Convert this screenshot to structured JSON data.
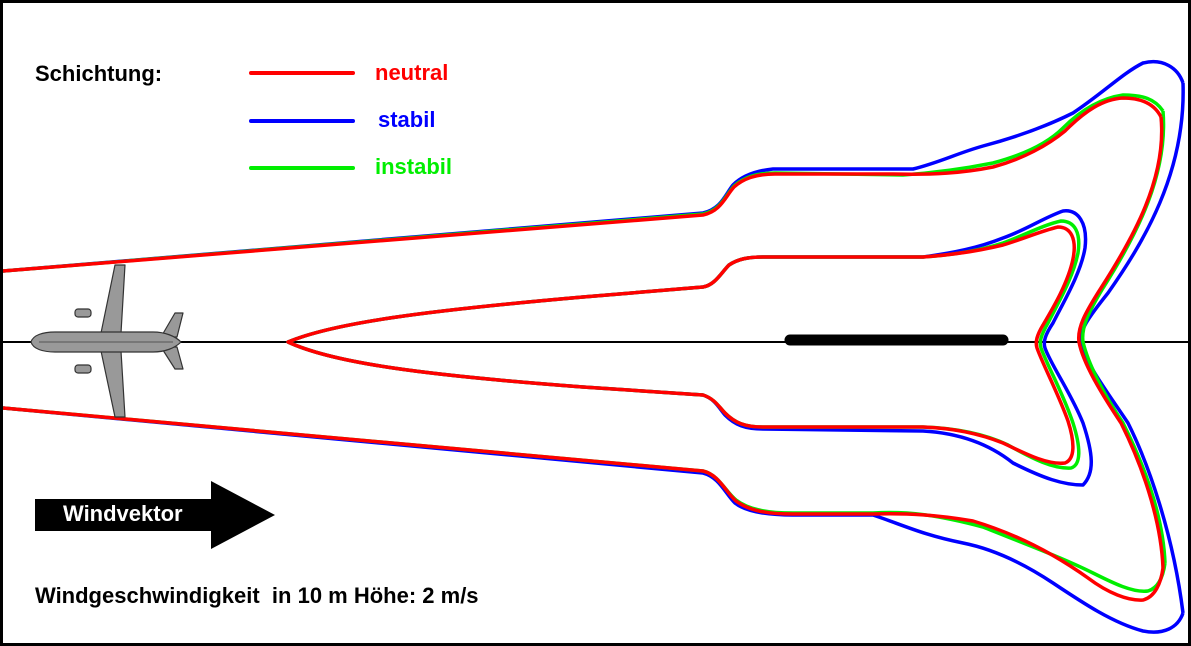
{
  "legend": {
    "title": "Schichtung:",
    "items": [
      {
        "label": "neutral",
        "color": "#ff0000"
      },
      {
        "label": "stabil",
        "color": "#0000ff"
      },
      {
        "label": "instabil",
        "color": "#00ee00"
      }
    ]
  },
  "wind_arrow": {
    "label": "Windvektor",
    "color": "#000000"
  },
  "wind_speed_text": "Windgeschwindigkeit  in 10 m Höhe: 2 m/s",
  "colors": {
    "neutral": "#ff0000",
    "stabil": "#0000ff",
    "instabil": "#00ee00",
    "runway": "#000000",
    "aircraft": "#999999"
  },
  "icons": {
    "aircraft": "aircraft-icon",
    "runway": "runway-bar"
  }
}
